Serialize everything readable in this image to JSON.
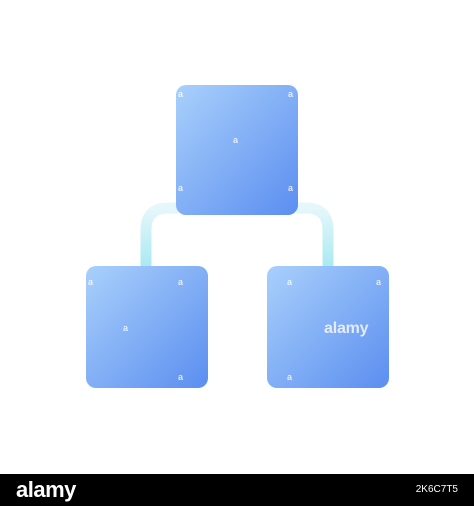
{
  "image": {
    "watermark": {
      "glyph": "a",
      "brand": "alamy"
    },
    "footer": {
      "logo": "alamy",
      "image_id": "2K6C7T5"
    },
    "colors": {
      "background": "#ffffff",
      "square_gradient_light": "#a9d0fb",
      "square_gradient_dark": "#5b8ef0",
      "connector_light": "#e6f7fb",
      "connector_dark": "#9fe6ef",
      "footer_bg": "#000000"
    },
    "icons": [
      "hierarchy-icon"
    ]
  }
}
